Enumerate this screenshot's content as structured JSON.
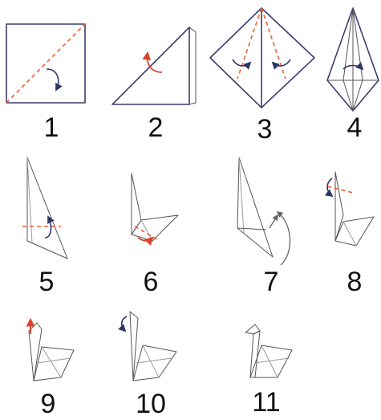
{
  "steps": [
    {
      "number": "1"
    },
    {
      "number": "2"
    },
    {
      "number": "3"
    },
    {
      "number": "4"
    },
    {
      "number": "5"
    },
    {
      "number": "6"
    },
    {
      "number": "7"
    },
    {
      "number": "8"
    },
    {
      "number": "9"
    },
    {
      "number": "10"
    },
    {
      "number": "11"
    }
  ],
  "colors": {
    "paper_outline": "#3a3f6e",
    "fold_line": "#e8603a",
    "arrow_navy": "#2d3566",
    "arrow_red": "#d9432f"
  }
}
